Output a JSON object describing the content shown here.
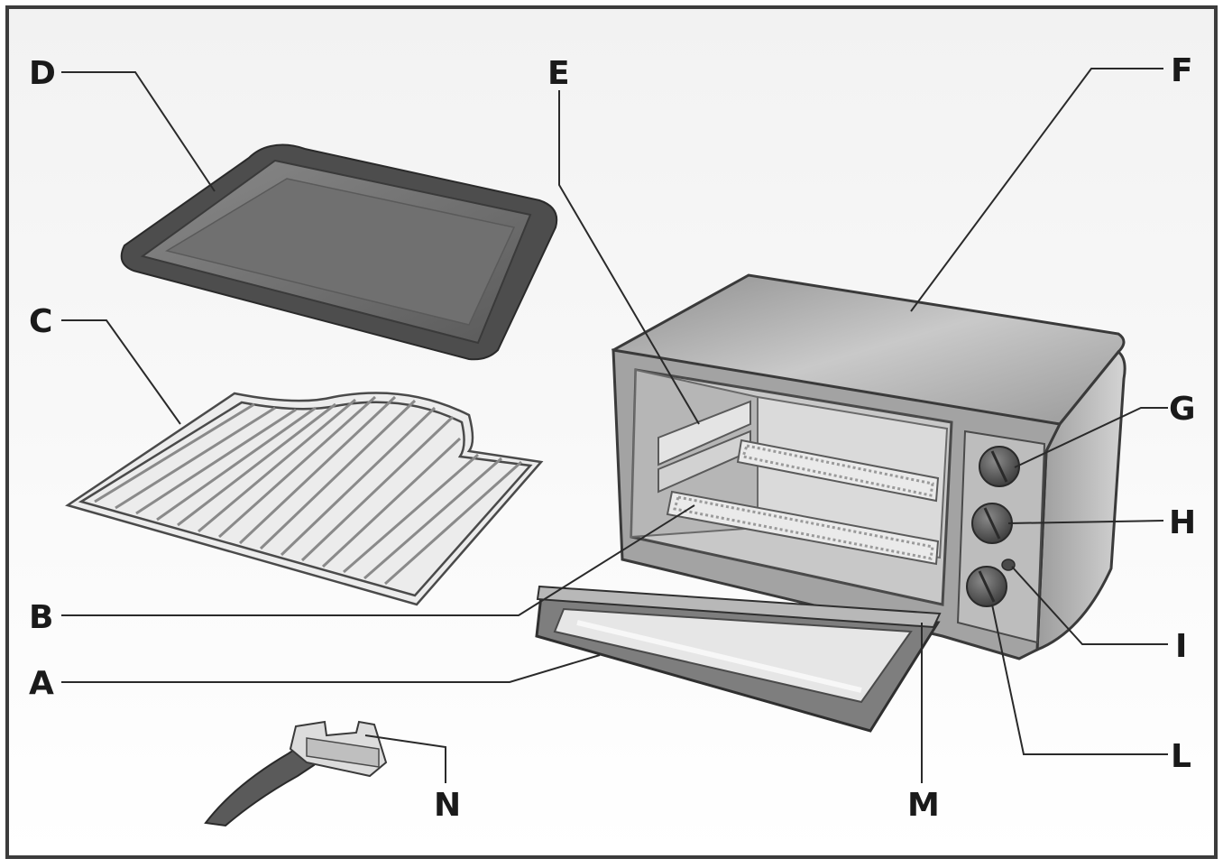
{
  "labels": {
    "A": "A",
    "B": "B",
    "C": "C",
    "D": "D",
    "E": "E",
    "F": "F",
    "G": "G",
    "H": "H",
    "I": "I",
    "L": "L",
    "M": "M",
    "N": "N"
  },
  "colors": {
    "frame": "#3c3c3c",
    "leader_line": "#2a2a2a",
    "pan_fill": "#6e6e6e",
    "pan_rim": "#4a4a4a",
    "oven_body": "#a9a9a9",
    "oven_top": "#b8b8b8",
    "knob": "#5c5c5c",
    "rack": "#dcdcdc",
    "handle": "#5a5a5a"
  }
}
